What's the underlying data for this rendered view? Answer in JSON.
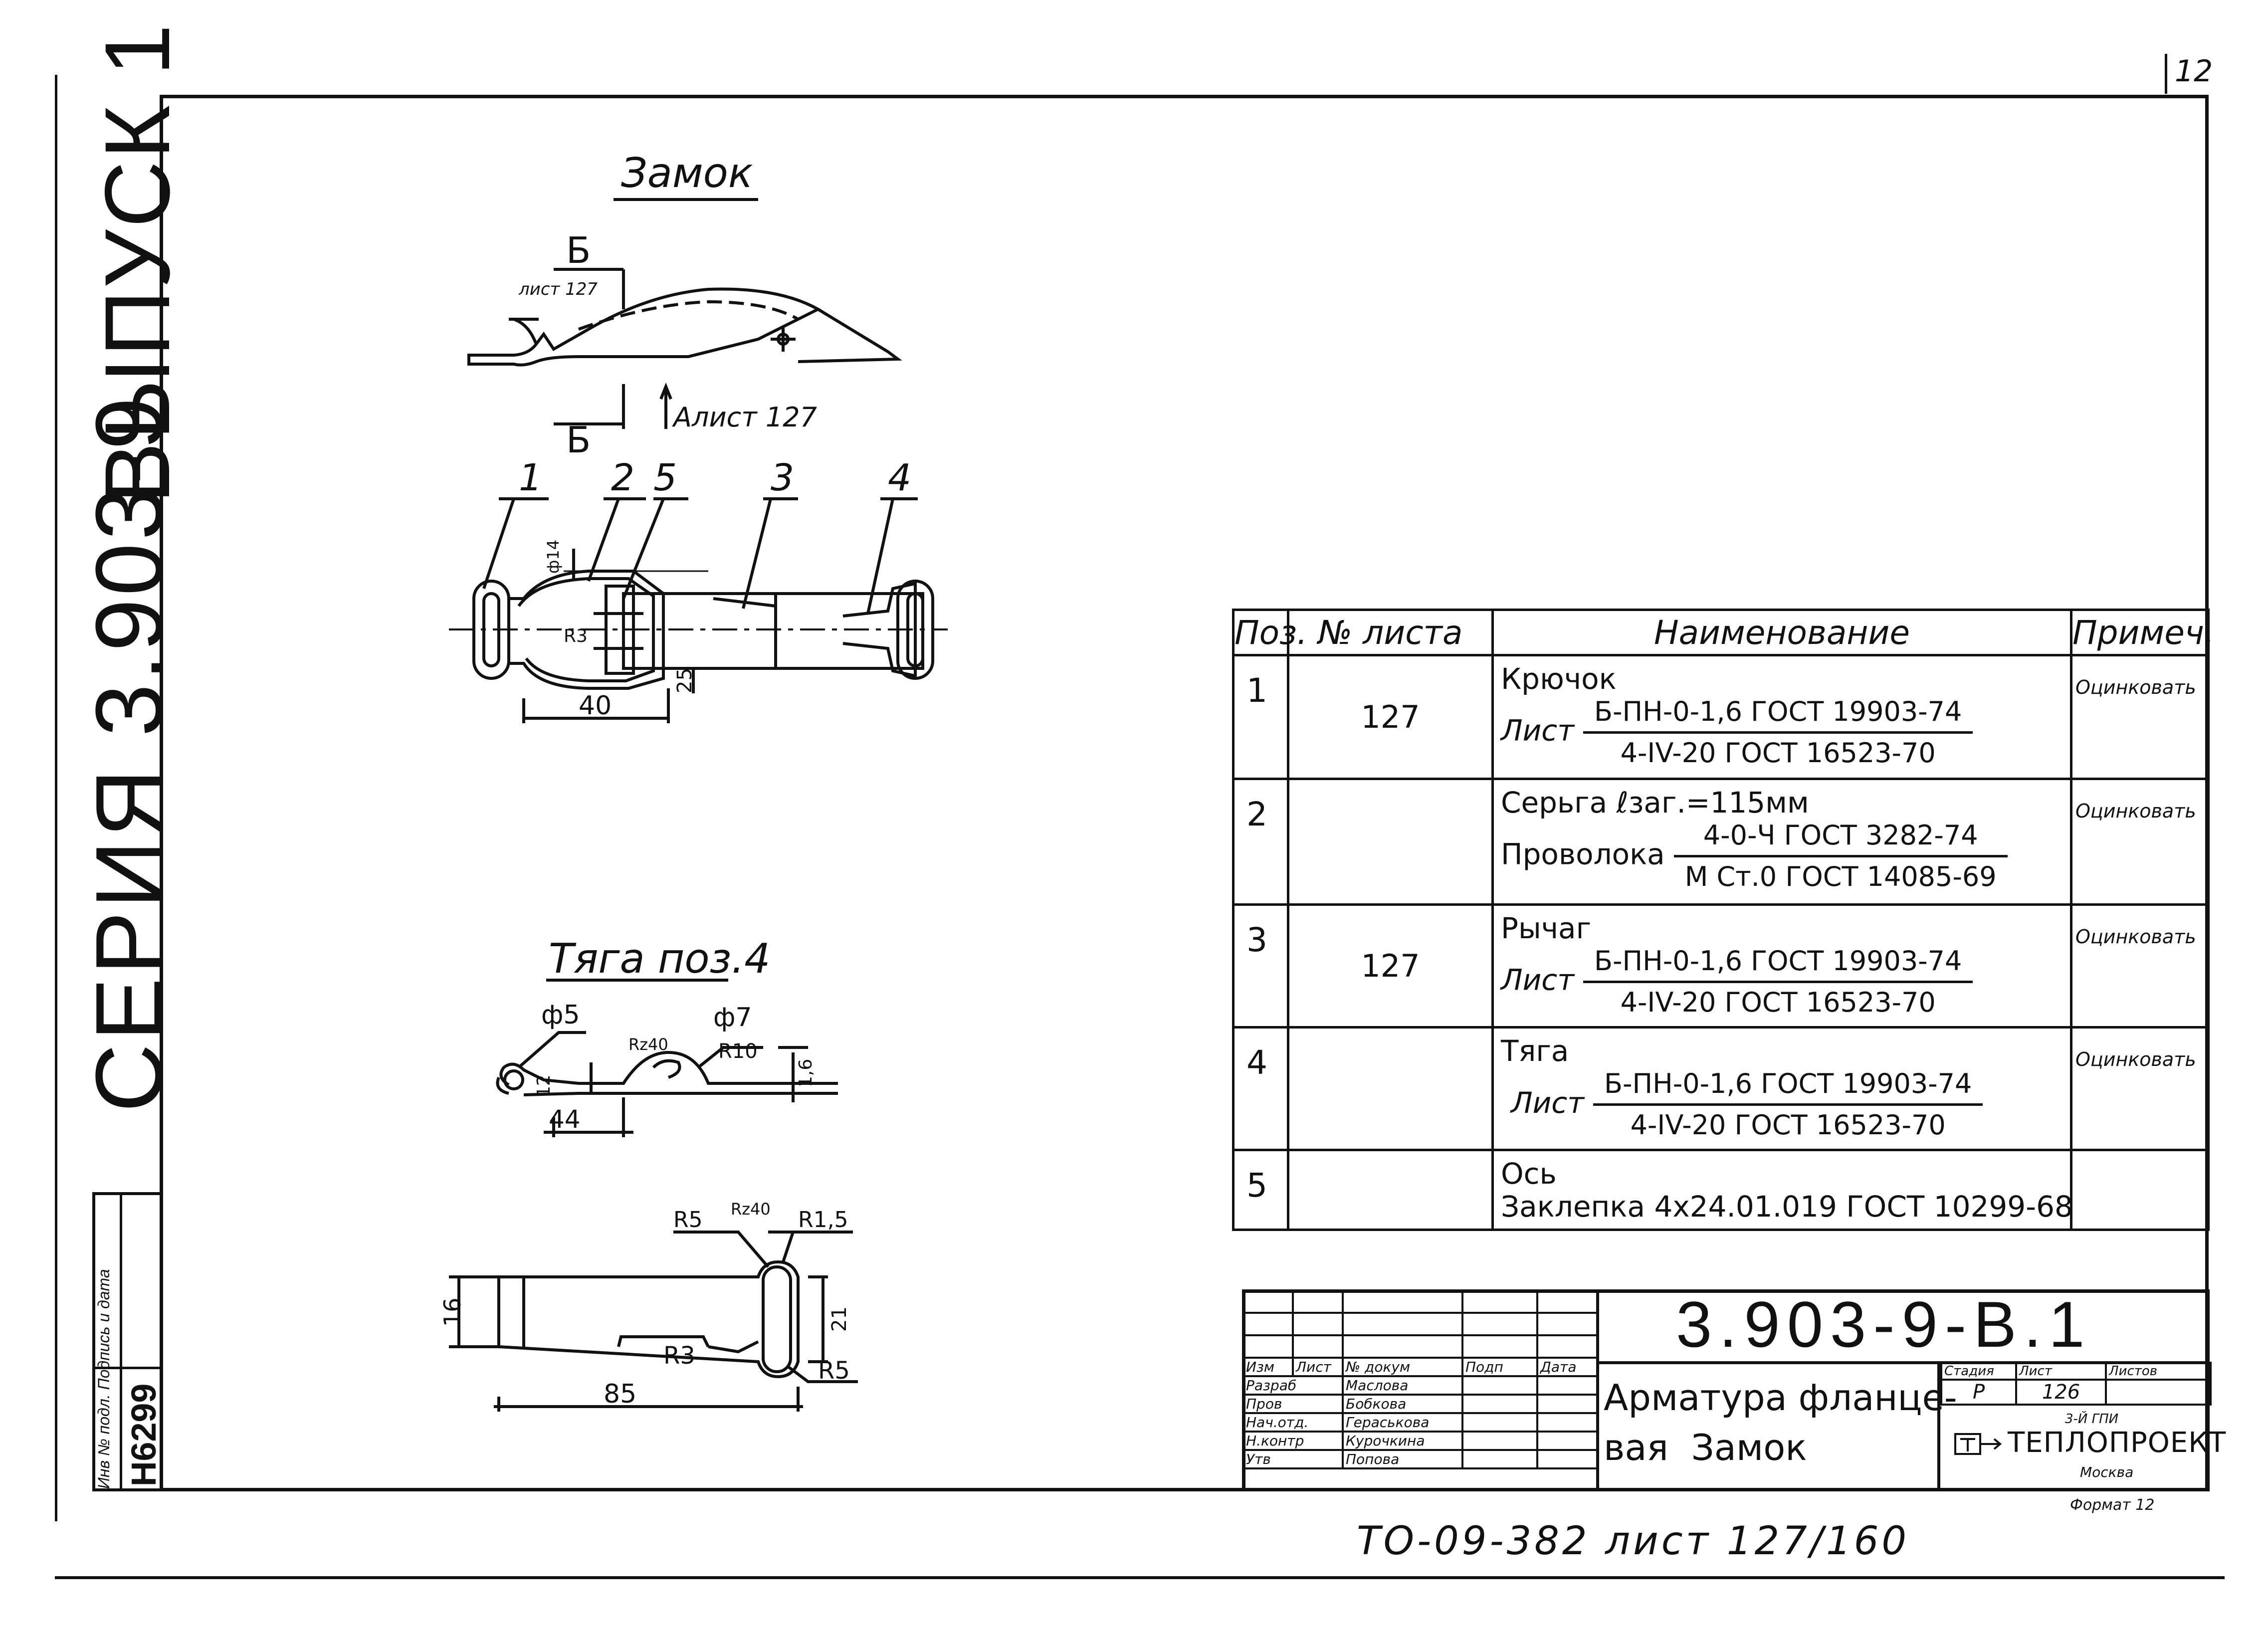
{
  "page_number": "12",
  "series_block": {
    "vypusk": "ВЫПУСК 1",
    "seriya": "СЕРИЯ 3.903-9"
  },
  "inventory": {
    "label": "Инв № подл. Подпись и дата",
    "number": "H6299"
  },
  "drawings": {
    "lock": {
      "title": "Замок",
      "section_mark": "Б",
      "section_ref": "лист 127",
      "view_ref": "Алист 127",
      "callouts": [
        "1",
        "2",
        "5",
        "3",
        "4"
      ],
      "dims": {
        "d14": "ф14",
        "r3": "R3",
        "d25": "25",
        "l40": "40"
      }
    },
    "rod": {
      "title": "Тяга поз.4",
      "dims": {
        "phi5": "ф5",
        "phi7": "ф7",
        "rz40": "Rz40",
        "r10": "R10",
        "d12": "12",
        "d16b": "1,6",
        "d44": "44",
        "r5a": "R5",
        "r15": "R1,5",
        "d16": "16",
        "d21": "21",
        "r3": "R3",
        "r5b": "R5",
        "d85": "85"
      }
    }
  },
  "spec_table": {
    "headers": [
      "Поз.",
      "№ листа",
      "Наименование",
      "Примеч."
    ],
    "rows": [
      {
        "pos": "1",
        "sheet": "127",
        "name": "Крючок",
        "prefix": "Лист",
        "num": "Б-ПН-0-1,6 ГОСТ 19903-74",
        "den": "4-IV-20 ГОСТ 16523-70",
        "note": "Оцинковать"
      },
      {
        "pos": "2",
        "sheet": "",
        "name": "Серьга ℓзаг.=115мм",
        "prefix": "Проволока",
        "num": "4-0-Ч ГОСТ 3282-74",
        "den": "М Ст.0 ГОСТ 14085-69",
        "note": "Оцинковать"
      },
      {
        "pos": "3",
        "sheet": "127",
        "name": "Рычаг",
        "prefix": "Лист",
        "num": "Б-ПН-0-1,6 ГОСТ 19903-74",
        "den": "4-IV-20 ГОСТ 16523-70",
        "note": "Оцинковать"
      },
      {
        "pos": "4",
        "sheet": "",
        "name": "Тяга",
        "prefix": "Лист",
        "num": "Б-ПН-0-1,6 ГОСТ 19903-74",
        "den": "4-IV-20 ГОСТ 16523-70",
        "note": "Оцинковать"
      },
      {
        "pos": "5",
        "sheet": "",
        "name": "Ось",
        "line2": "Заклепка 4х24.01.019 ГОСТ 10299-68",
        "note": ""
      }
    ]
  },
  "title_block": {
    "code": "3.903-9-В.1",
    "title_line1": "Арматура фланце-",
    "title_line2": "вая  Замок",
    "head": [
      "Изм",
      "Лист",
      "№ докум",
      "Подп",
      "Дата"
    ],
    "roles": [
      {
        "role": "Разраб",
        "name": "Маслова"
      },
      {
        "role": "Пров",
        "name": "Бобкова"
      },
      {
        "role": "Нач.отд.",
        "name": "Гераськова"
      },
      {
        "role": "Н.контр",
        "name": "Курочкина"
      },
      {
        "role": "Утв",
        "name": "Попова"
      }
    ],
    "stage_label": "Стадия",
    "stage": "Р",
    "sheet_label": "Лист",
    "sheet": "126",
    "sheets_label": "Листов",
    "sheets": "",
    "org_line1": "3-Й ГПИ",
    "org": "ТЕПЛОПРОЕКТ",
    "org_city": "Москва",
    "format": "Формат 12"
  },
  "footer": "ТО-09-382 лист 127/160"
}
